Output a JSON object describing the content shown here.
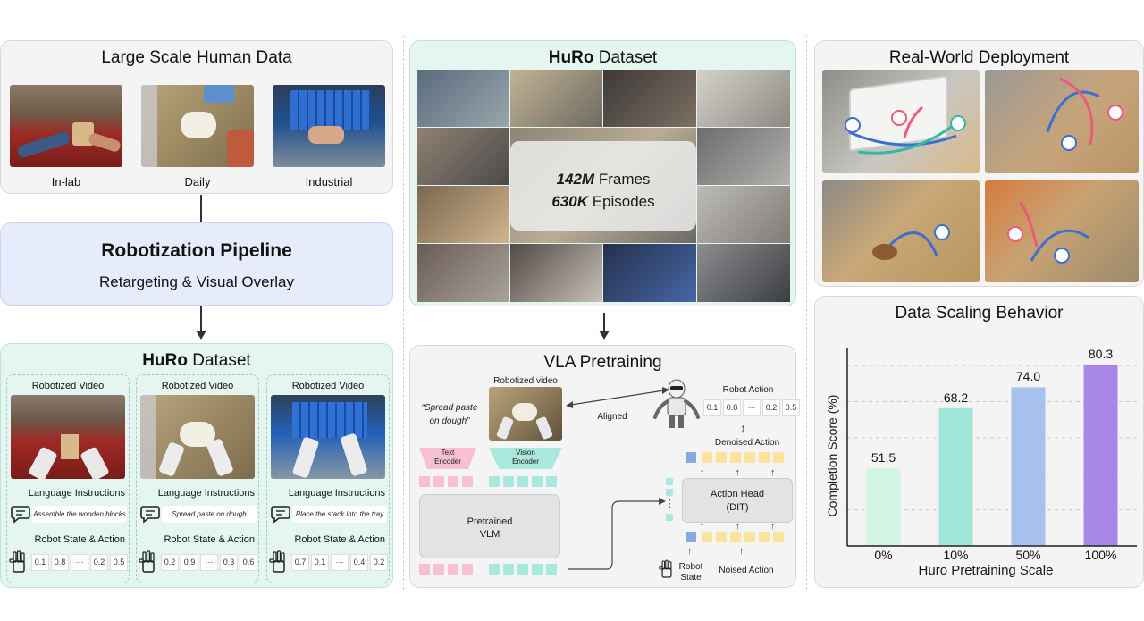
{
  "human_data": {
    "title": "Large Scale Human Data",
    "captions": [
      "In-lab",
      "Daily",
      "Industrial"
    ]
  },
  "pipeline": {
    "title": "Robotization Pipeline",
    "subtitle": "Retargeting & Visual Overlay"
  },
  "dataset_left": {
    "title_bold": "HuRo",
    "title_rest": " Dataset",
    "columns": [
      {
        "video_label": "Robotized Video",
        "lang_label": "Language Instructions",
        "instruction": "Assemble the wooden blocks",
        "state_label": "Robot State & Action",
        "values": [
          "0.1",
          "0.8",
          "···",
          "0.2",
          "0.5"
        ]
      },
      {
        "video_label": "Robotized Video",
        "lang_label": "Language Instructions",
        "instruction": "Spread paste on dough",
        "state_label": "Robot State & Action",
        "values": [
          "0.2",
          "0.9",
          "···",
          "0.3",
          "0.6"
        ]
      },
      {
        "video_label": "Robotized Video",
        "lang_label": "Language Instructions",
        "instruction": "Place the stack into the tray",
        "state_label": "Robot State & Action",
        "values": [
          "0.7",
          "0.1",
          "···",
          "0.4",
          "0.2"
        ]
      }
    ]
  },
  "dataset_top": {
    "title_bold": "HuRo",
    "title_rest": " Dataset",
    "frames_value": "142M",
    "frames_unit": " Frames",
    "episodes_value": "630K",
    "episodes_unit": " Episodes"
  },
  "vla": {
    "title": "VLA Pretraining",
    "quote": "“Spread paste on dough”",
    "robotized_video": "Robotized video",
    "aligned": "Aligned",
    "robot_action": "Robot Action",
    "action_values": [
      "0.1",
      "0.8",
      "···",
      "0.2",
      "0.5"
    ],
    "denoised_action": "Denoised Action",
    "text_encoder": "Text Encoder",
    "vision_encoder": "Vision Encoder",
    "action_head": "Action Head",
    "action_head_sub": "(DIT)",
    "pretrained_vlm": "Pretrained VLM",
    "robot_state": "Robot State",
    "noised_action": "Noised Action",
    "dots": "⋮"
  },
  "deployment": {
    "title": "Real-World Deployment"
  },
  "scaling": {
    "title": "Data Scaling Behavior"
  },
  "chart_data": {
    "type": "bar",
    "title": "Data Scaling Behavior",
    "categories": [
      "0%",
      "10%",
      "50%",
      "100%"
    ],
    "values": [
      51.5,
      68.2,
      74.0,
      80.3
    ],
    "value_labels": [
      "51.5",
      "68.2",
      "74.0",
      "80.3"
    ],
    "xlabel": "Huro Pretraining Scale",
    "ylabel": "Completion Score (%)",
    "ylim": [
      30,
      85
    ],
    "colors": [
      "#d3f5e6",
      "#9fe8d9",
      "#a8c0ec",
      "#a887e8"
    ],
    "grid": true
  },
  "colors": {
    "pink": "#f6bfd4",
    "teal": "#a9e8dc",
    "yellow": "#fbe39e",
    "blue": "#8aa8dd",
    "panel_blue": "#e6ecfb",
    "panel_mint": "#e5f6f1"
  }
}
